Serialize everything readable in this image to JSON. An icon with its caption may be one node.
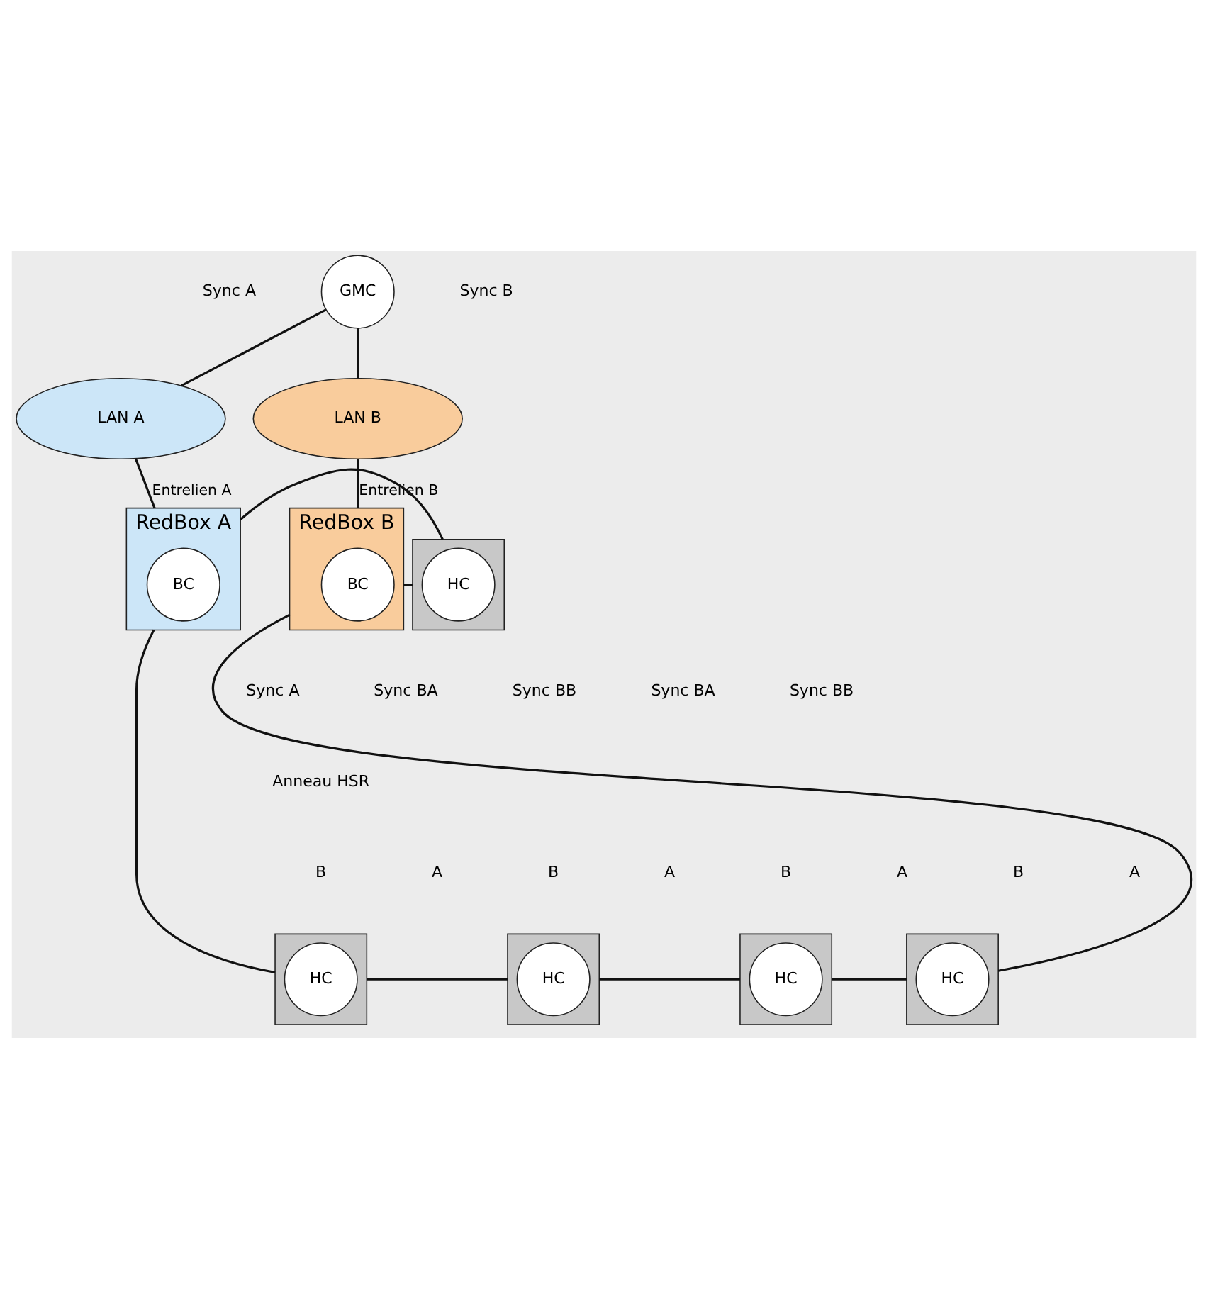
{
  "diagram": {
    "nodes": [
      {
        "text": [
          "GMC"
        ]
      },
      {
        "text": [
          "LAN A"
        ]
      },
      {
        "text": [
          "LAN B"
        ]
      },
      {
        "text": [
          "RedBox A"
        ]
      },
      {
        "text": [
          "BC"
        ],
        "in": 3
      },
      {
        "text": [],
        "shape": "box"
      },
      {
        "text": [
          "HC"
        ],
        "in": 5
      },
      {
        "text": [
          "RedBox B"
        ]
      },
      {
        "text": [
          "BC"
        ],
        "in": 7
      },
      {
        "text": [],
        "shape": "box"
      },
      {
        "text": [
          "HC"
        ],
        "in": 9
      },
      {
        "text": [],
        "shape": "box"
      },
      {
        "text": [
          "HC"
        ],
        "in": 11
      },
      {
        "text": [],
        "shape": "box"
      },
      {
        "text": [
          "HC"
        ],
        "in": 13
      },
      {
        "text": [],
        "shape": "box"
      },
      {
        "text": [
          "HC"
        ],
        "in": 15
      }
    ],
    "edges": [
      {
        "from": 0,
        "to": 1,
        "arrow": "none"
      },
      {
        "from": 0,
        "to": 2,
        "arrow": "none"
      },
      {
        "from": 1,
        "to": 3,
        "arrow": "none",
        "label": "Entrelien A"
      },
      {
        "from": 2,
        "to": 7,
        "arrow": "none",
        "label": "Entrelien B"
      },
      {
        "from": 3,
        "to": 5,
        "arrow": "none"
      },
      {
        "from": 5,
        "to": 7,
        "arrow": "none"
      },
      {
        "from": 3,
        "to": 9,
        "arrow": "none"
      },
      {
        "from": 9,
        "to": 11,
        "arrow": "none"
      },
      {
        "from": 11,
        "to": 13,
        "arrow": "none"
      },
      {
        "from": 13,
        "to": 15,
        "arrow": "none"
      },
      {
        "from": 15,
        "to": 7,
        "arrow": "none"
      }
    ],
    "labels": [
      "Sync A",
      "Sync B",
      "Sync A",
      "Sync BA",
      "Sync BB",
      "Sync BA",
      "Sync BB",
      "Anneau HSR",
      "B",
      "A",
      "B",
      "A",
      "B",
      "A",
      "B",
      "A"
    ]
  }
}
